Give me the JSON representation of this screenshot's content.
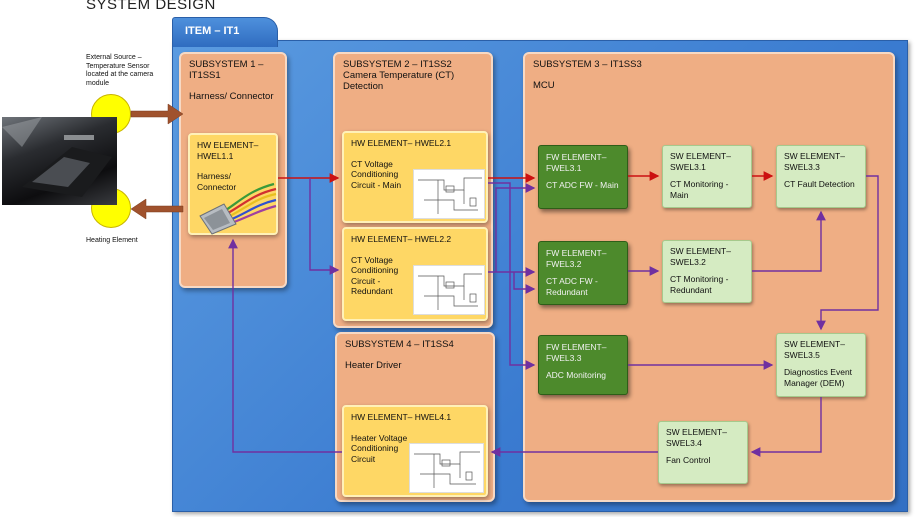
{
  "title": "SYSTEM DESIGN",
  "item": {
    "label": "ITEM – IT1"
  },
  "external": {
    "temp_sensor": "External Source – Temperature Sensor located at the camera module",
    "heating": "Heating Element"
  },
  "subsystems": {
    "ss1": {
      "id": "SUBSYSTEM 1 – IT1SS1",
      "name": "Harness/ Connector"
    },
    "ss2": {
      "id": "SUBSYSTEM 2 – IT1SS2",
      "name": "Camera Temperature (CT) Detection"
    },
    "ss3": {
      "id": "SUBSYSTEM 3 – IT1SS3",
      "name": "MCU"
    },
    "ss4": {
      "id": "SUBSYSTEM 4 – IT1SS4",
      "name": "Heater Driver"
    }
  },
  "hw": {
    "hwel11": {
      "id": "HW ELEMENT– HWEL1.1",
      "name": "Harness/ Connector"
    },
    "hwel21": {
      "id": "HW ELEMENT– HWEL2.1",
      "name": "CT Voltage Conditioning Circuit - Main"
    },
    "hwel22": {
      "id": "HW ELEMENT– HWEL2.2",
      "name": "CT Voltage Conditioning Circuit - Redundant"
    },
    "hwel41": {
      "id": "HW ELEMENT– HWEL4.1",
      "name": "Heater Voltage Conditioning Circuit"
    }
  },
  "fw": {
    "fwel31": {
      "id": "FW ELEMENT– FWEL3.1",
      "name": "CT ADC FW - Main"
    },
    "fwel32": {
      "id": "FW ELEMENT– FWEL3.2",
      "name": "CT ADC FW - Redundant"
    },
    "fwel33": {
      "id": "FW ELEMENT– FWEL3.3",
      "name": "ADC Monitoring"
    }
  },
  "sw": {
    "swel31": {
      "id": "SW ELEMENT– SWEL3.1",
      "name": "CT Monitoring - Main"
    },
    "swel32": {
      "id": "SW ELEMENT– SWEL3.2",
      "name": "CT Monitoring - Redundant"
    },
    "swel33": {
      "id": "SW ELEMENT– SWEL3.3",
      "name": "CT Fault Detection"
    },
    "swel34": {
      "id": "SW ELEMENT– SWEL3.4",
      "name": "Fan Control"
    },
    "swel35": {
      "id": "SW ELEMENT– SWEL3.5",
      "name": "Diagnostics Event Manager (DEM)"
    }
  },
  "colors": {
    "item_blue": "#3a7bd0",
    "subsystem": "#efae84",
    "hw_element": "#fed765",
    "fw_element": "#4d8a2c",
    "sw_element": "#d5ebc2",
    "signal_red": "#cc1111",
    "signal_purple": "#7030a0",
    "external_arrow": "#a0522d",
    "external_circle": "#ffff00"
  }
}
